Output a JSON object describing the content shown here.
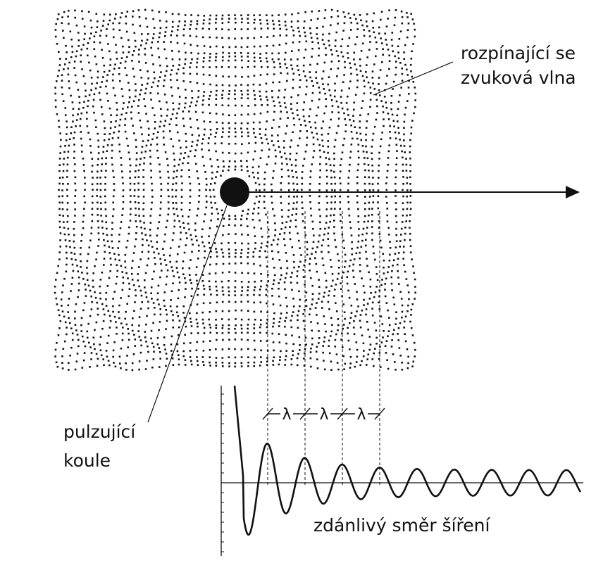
{
  "labels": {
    "wave_line1": "rozpínající se",
    "wave_line2": "zvuková vlna",
    "sphere_line1": "pulzující",
    "sphere_line2": "koule",
    "direction": "zdánlivý směr šíření",
    "wavelength_symbol": "λ"
  },
  "colors": {
    "ink": "#111111",
    "background": "#ffffff"
  }
}
